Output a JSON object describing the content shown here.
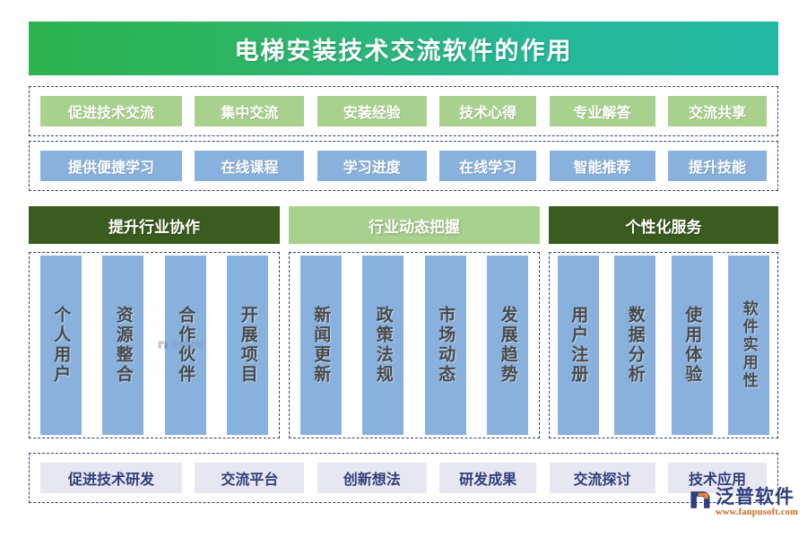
{
  "title": {
    "text": "电梯安装技术交流软件的作用",
    "gradient_from": "#2BB24C",
    "gradient_to": "#22B8A4"
  },
  "rows": {
    "row1": {
      "style": "green",
      "color": "#A9D18E",
      "items": [
        {
          "label": "促进技术交流"
        },
        {
          "label": "集中交流"
        },
        {
          "label": "安装经验"
        },
        {
          "label": "技术心得"
        },
        {
          "label": "专业解答"
        },
        {
          "label": "交流共享"
        }
      ]
    },
    "row2": {
      "style": "blue",
      "color": "#89B1DD",
      "items": [
        {
          "label": "提供便捷学习"
        },
        {
          "label": "在线课程"
        },
        {
          "label": "学习进度"
        },
        {
          "label": "在线学习"
        },
        {
          "label": "智能推荐"
        },
        {
          "label": "提升技能"
        }
      ]
    },
    "row_bottom": {
      "style": "gray",
      "color": "#E7E7F1",
      "items": [
        {
          "label": "促进技术研发"
        },
        {
          "label": "交流平台"
        },
        {
          "label": "创新想法"
        },
        {
          "label": "研发成果"
        },
        {
          "label": "交流探讨"
        },
        {
          "label": "技术应用"
        }
      ]
    }
  },
  "sections": [
    {
      "header": "提升行业协作",
      "header_style": "dark",
      "header_color": "#3A5C1E",
      "columns": [
        {
          "label": "个人用户"
        },
        {
          "label": "资源整合"
        },
        {
          "label": "合作伙伴"
        },
        {
          "label": "开展项目"
        }
      ]
    },
    {
      "header": "行业动态把握",
      "header_style": "light",
      "header_color": "#A9D18E",
      "columns": [
        {
          "label": "新闻更新"
        },
        {
          "label": "政策法规"
        },
        {
          "label": "市场动态"
        },
        {
          "label": "发展趋势"
        }
      ]
    },
    {
      "header": "个性化服务",
      "header_style": "dark",
      "header_color": "#3A5C1E",
      "columns": [
        {
          "label": "用户注册"
        },
        {
          "label": "数据分析"
        },
        {
          "label": "使用体验"
        },
        {
          "label": "软件实用性"
        }
      ]
    }
  ],
  "watermark": {
    "text": "泛普软件"
  },
  "logo": {
    "name": "泛普软件",
    "url": "www.fanpusoft.com",
    "name_color": "#2F3E7E",
    "url_color": "#D2641E"
  }
}
